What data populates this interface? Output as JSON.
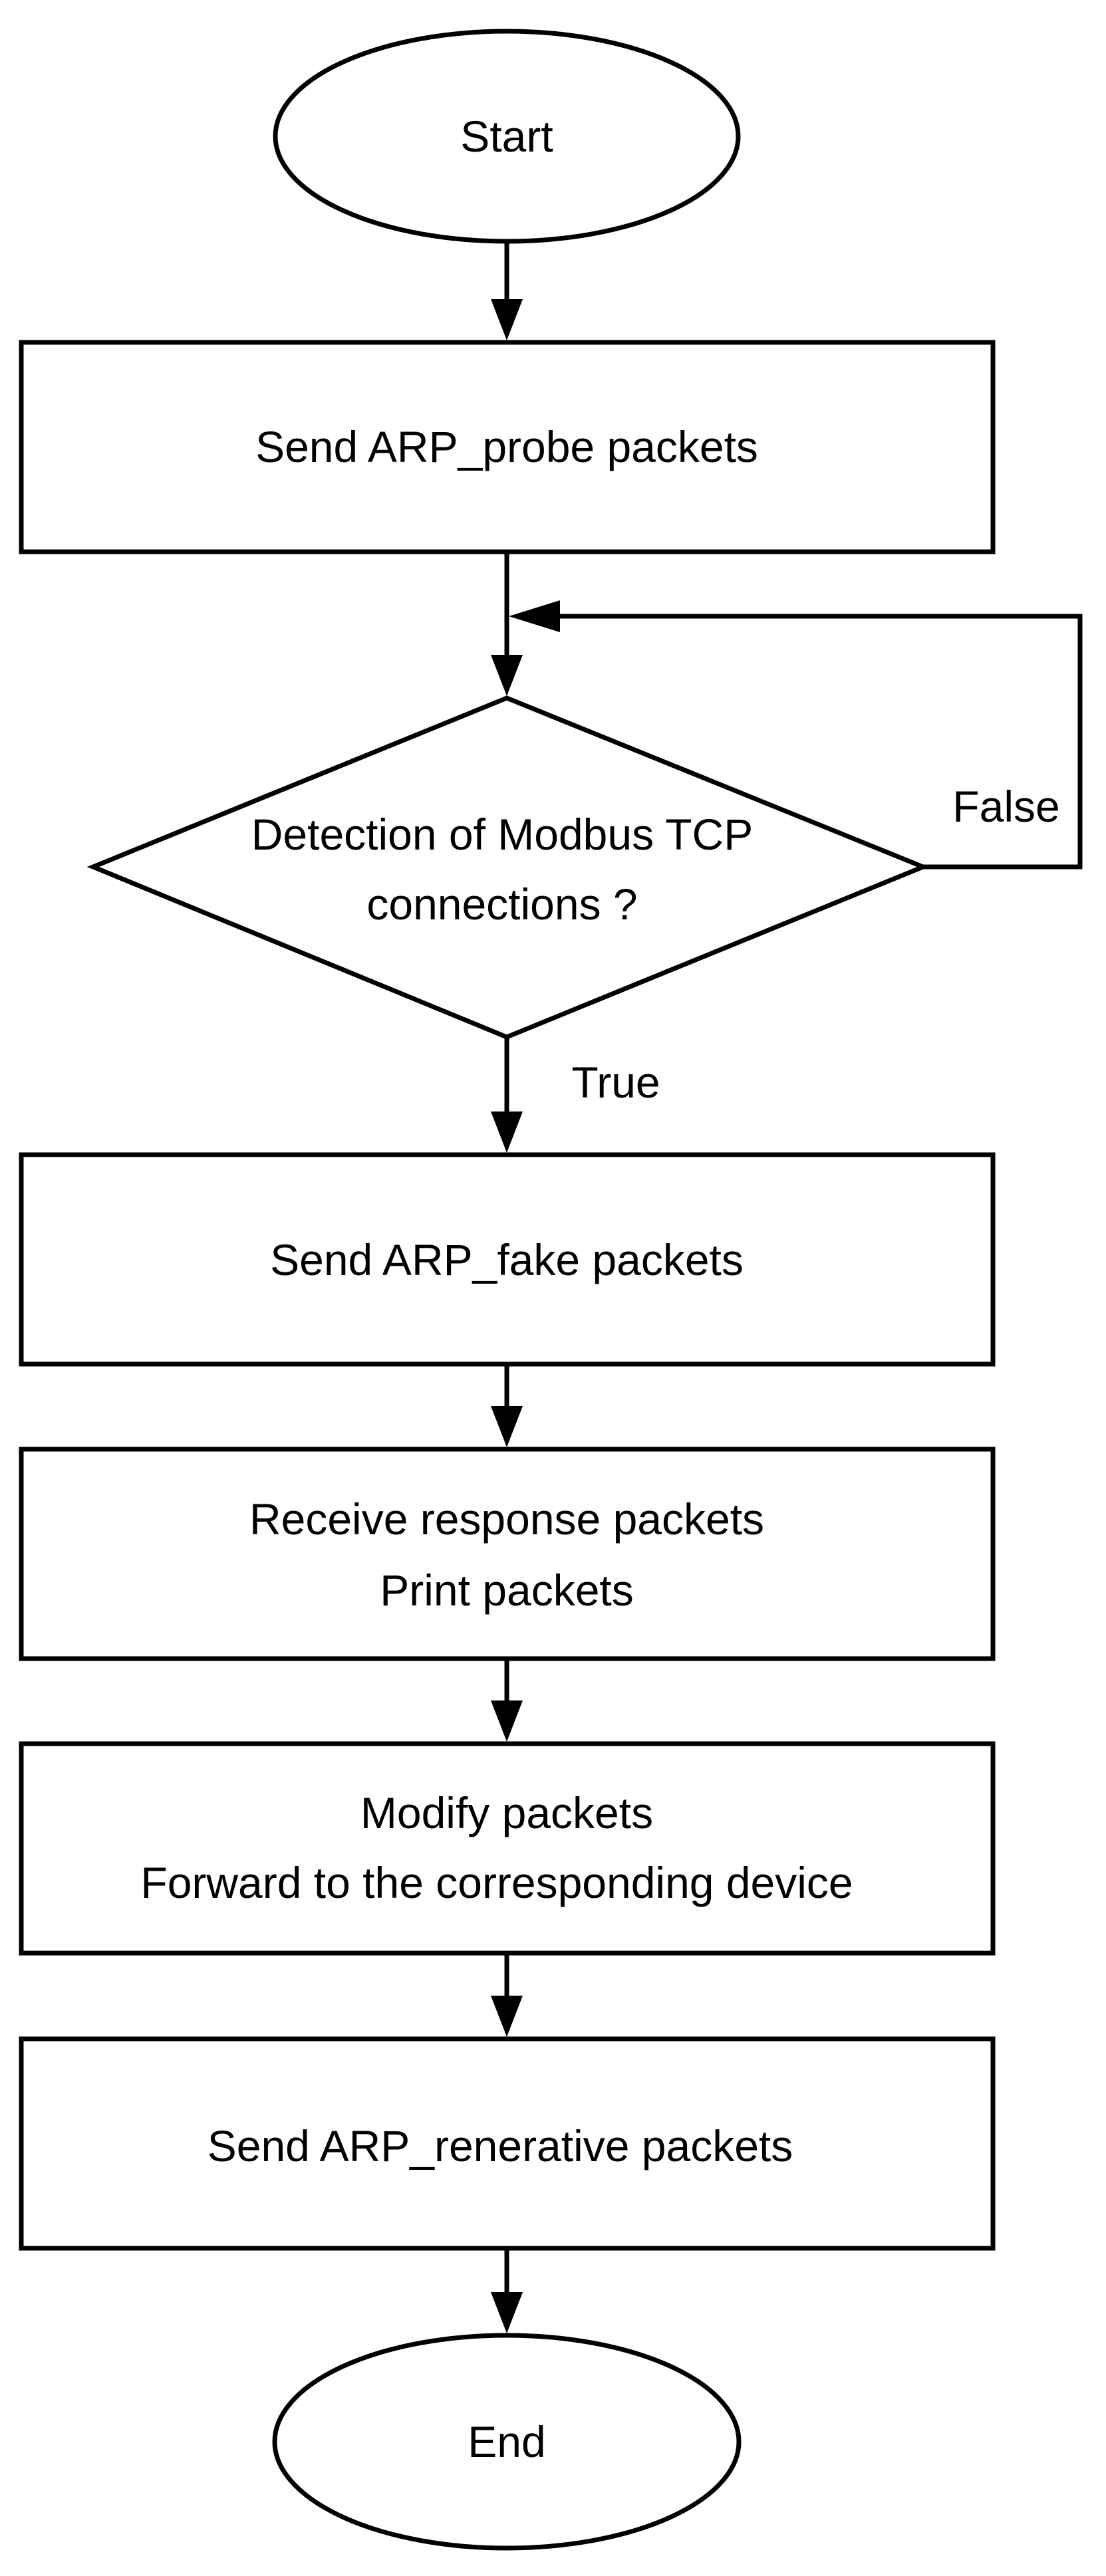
{
  "flowchart": {
    "start": "Start",
    "step_probe": "Send ARP_probe packets",
    "decision_line1": "Detection of Modbus TCP",
    "decision_line2": "connections ?",
    "false_label": "False",
    "true_label": "True",
    "step_fake": "Send ARP_fake packets",
    "step_receive_line1": "Receive response packets",
    "step_receive_line2": "Print packets",
    "step_modify_line1": "Modify packets",
    "step_modify_line2": "Forward to the corresponding device",
    "step_renerative": "Send ARP_renerative packets",
    "end": "End"
  }
}
